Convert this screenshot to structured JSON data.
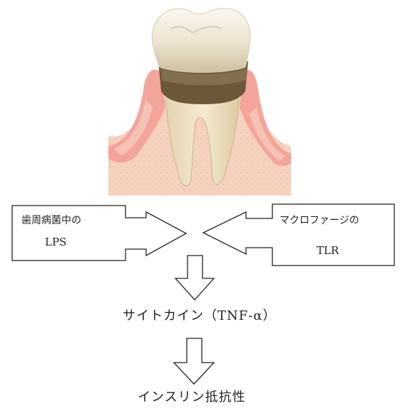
{
  "left_box": {
    "line1": "歯周病菌中の",
    "line2": "LPS"
  },
  "right_box": {
    "line1": "マクロファージの",
    "line2": "TLR"
  },
  "middle_label": "サイトカイン（TNF‐α）",
  "bottom_label": "インスリン抵抗性",
  "colors": {
    "gum": "#f3a49b",
    "gum_light": "#f7c9bd",
    "bone": "#f5d2bf",
    "tooth": "#eee4c9",
    "tartar": "#6b5838"
  }
}
